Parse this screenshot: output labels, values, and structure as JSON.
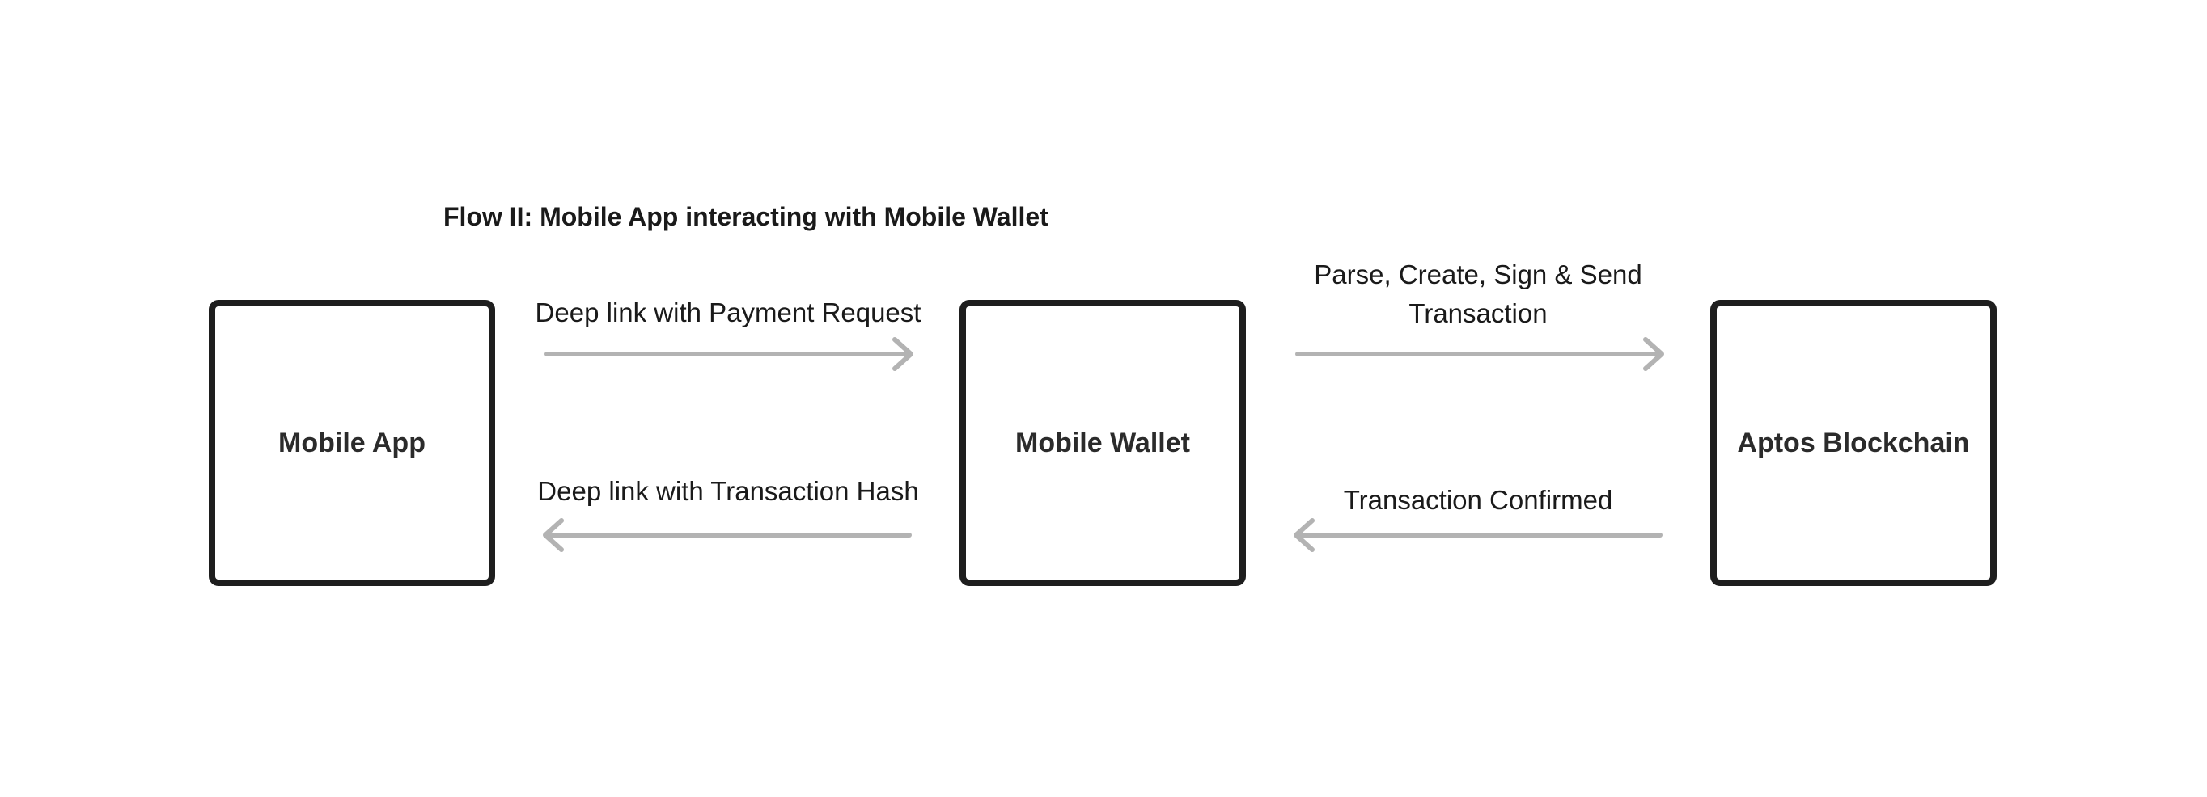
{
  "diagram": {
    "title": "Flow II: Mobile App interacting with Mobile Wallet",
    "nodes": {
      "mobile_app": "Mobile App",
      "mobile_wallet": "Mobile Wallet",
      "aptos_blockchain": "Aptos Blockchain"
    },
    "edges": {
      "app_to_wallet": "Deep link with Payment Request",
      "wallet_to_app": "Deep link with Transaction Hash",
      "wallet_to_chain": "Parse, Create, Sign & Send Transaction",
      "chain_to_wallet": "Transaction Confirmed"
    },
    "colors": {
      "node_border": "#1e1e1e",
      "arrow": "#b3b3b3",
      "text": "#1a1a1a"
    }
  }
}
